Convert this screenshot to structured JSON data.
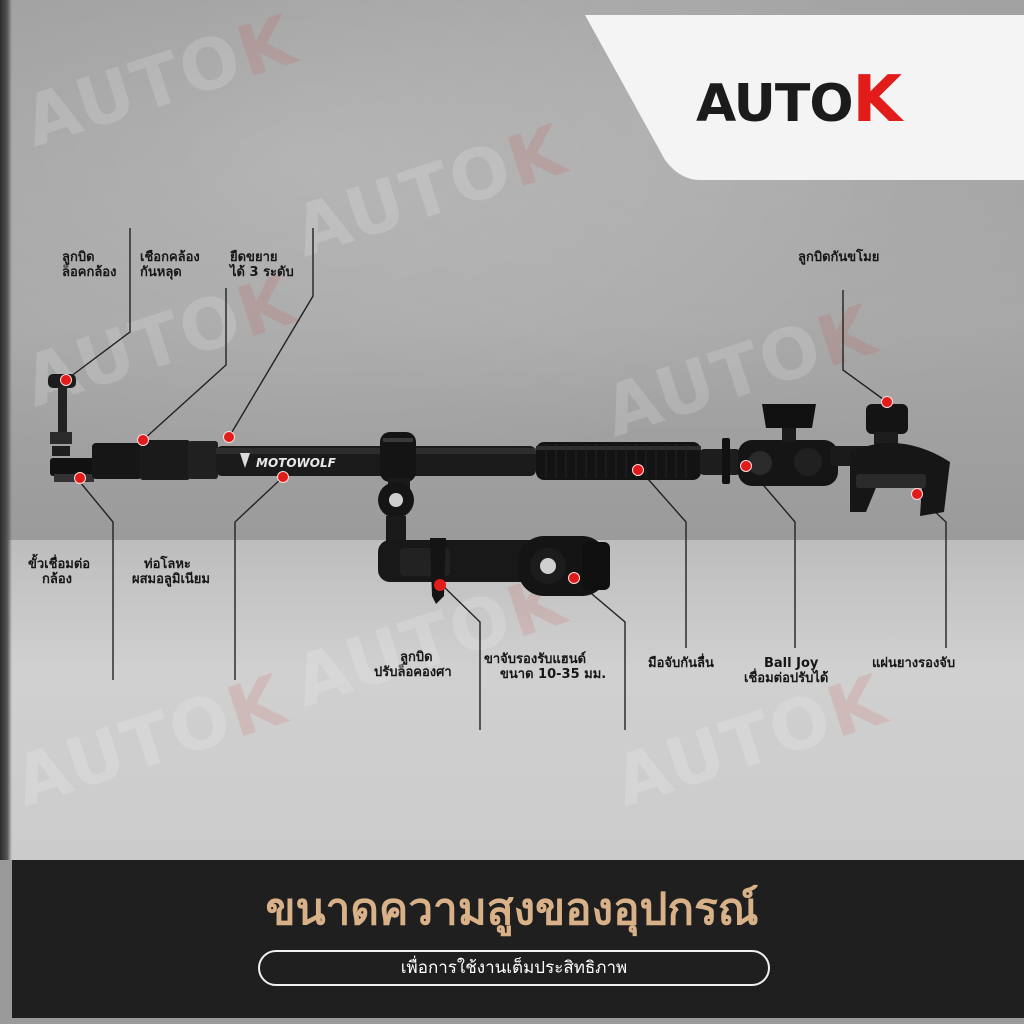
{
  "brand": {
    "logo_text": "AUTOK",
    "accent_color": "#e21b1b"
  },
  "watermark": "AUTOK",
  "product": {
    "mark_text": "MOTOWOLF"
  },
  "labels": {
    "knob_camera_lock": [
      "ลูกบิด",
      "ล็อคกล้อง"
    ],
    "safety_lanyard": [
      "เชือกคล้อง",
      "กันหลุด"
    ],
    "extendable": [
      "ยืดขยาย",
      "ได้ 3 ระดับ"
    ],
    "anti_theft_knob": [
      "ลูกบิดกันขโมย"
    ],
    "camera_connector": [
      "ขั้วเชื่อมต่อ",
      "กล้อง"
    ],
    "aluminum_tube": [
      "ท่อโลหะ",
      "ผสมอลูมิเนียม"
    ],
    "adjust_knob": [
      "ลูกบิด",
      "ปรับล็อคองศา"
    ],
    "handlebar_clamp": [
      "ขาจับรองรับแฮนด์",
      "ขนาด 10-35 มม."
    ],
    "anti_slip_grip": [
      "มือจับกันลื่น"
    ],
    "ball_joint": [
      "Ball Joy",
      "เชื่อมต่อปรับได้"
    ],
    "rubber_pad": [
      "แผ่นยางรองจับ"
    ]
  },
  "banner": {
    "title": "ขนาดความสูงของอุปกรณ์",
    "subtitle": "เพื่อการใช้งานเต็มประสิทธิภาพ",
    "title_color": "#d9b188",
    "background": "#1f1f1f"
  }
}
